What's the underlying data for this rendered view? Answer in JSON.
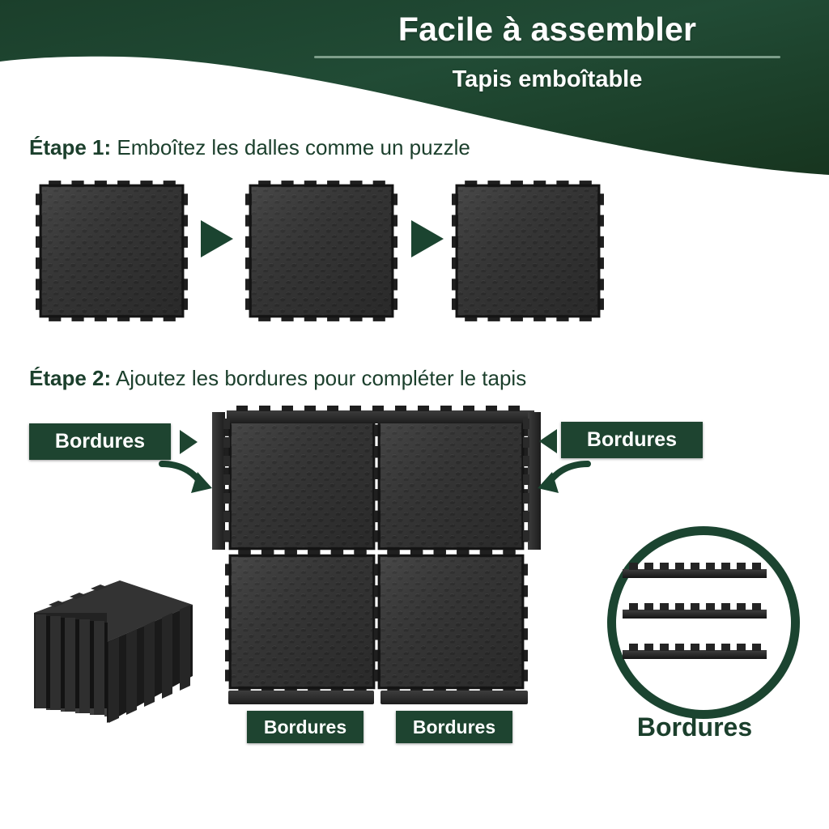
{
  "header": {
    "title": "Facile à assembler",
    "subtitle": "Tapis emboîtable",
    "background_color": "#1e4430",
    "text_color": "#ffffff"
  },
  "steps": [
    {
      "label": "Étape 1:",
      "text": " Emboîtez les dalles comme un puzzle"
    },
    {
      "label": "Étape 2:",
      "text": " Ajoutez les bordures pour compléter le tapis"
    }
  ],
  "labels": {
    "border_left": "Bordures",
    "border_right": "Bordures",
    "border_bottom_left": "Bordures",
    "border_bottom_right": "Bordures",
    "border_circle_caption": "Bordures"
  },
  "colors": {
    "brand_green": "#1e4430",
    "text_green": "#1b3f2c",
    "rule_green": "#9dbca9",
    "mat_dark": "#2b2b2b",
    "mat_mid": "#3a3a3a",
    "background": "#ffffff"
  },
  "graphics": {
    "step1_tiles": 3,
    "step1_arrows": 2,
    "step2_grid_rows": 2,
    "step2_grid_cols": 2,
    "circle_strips": 3,
    "stack_label": "pile de dalles emboîtées"
  }
}
